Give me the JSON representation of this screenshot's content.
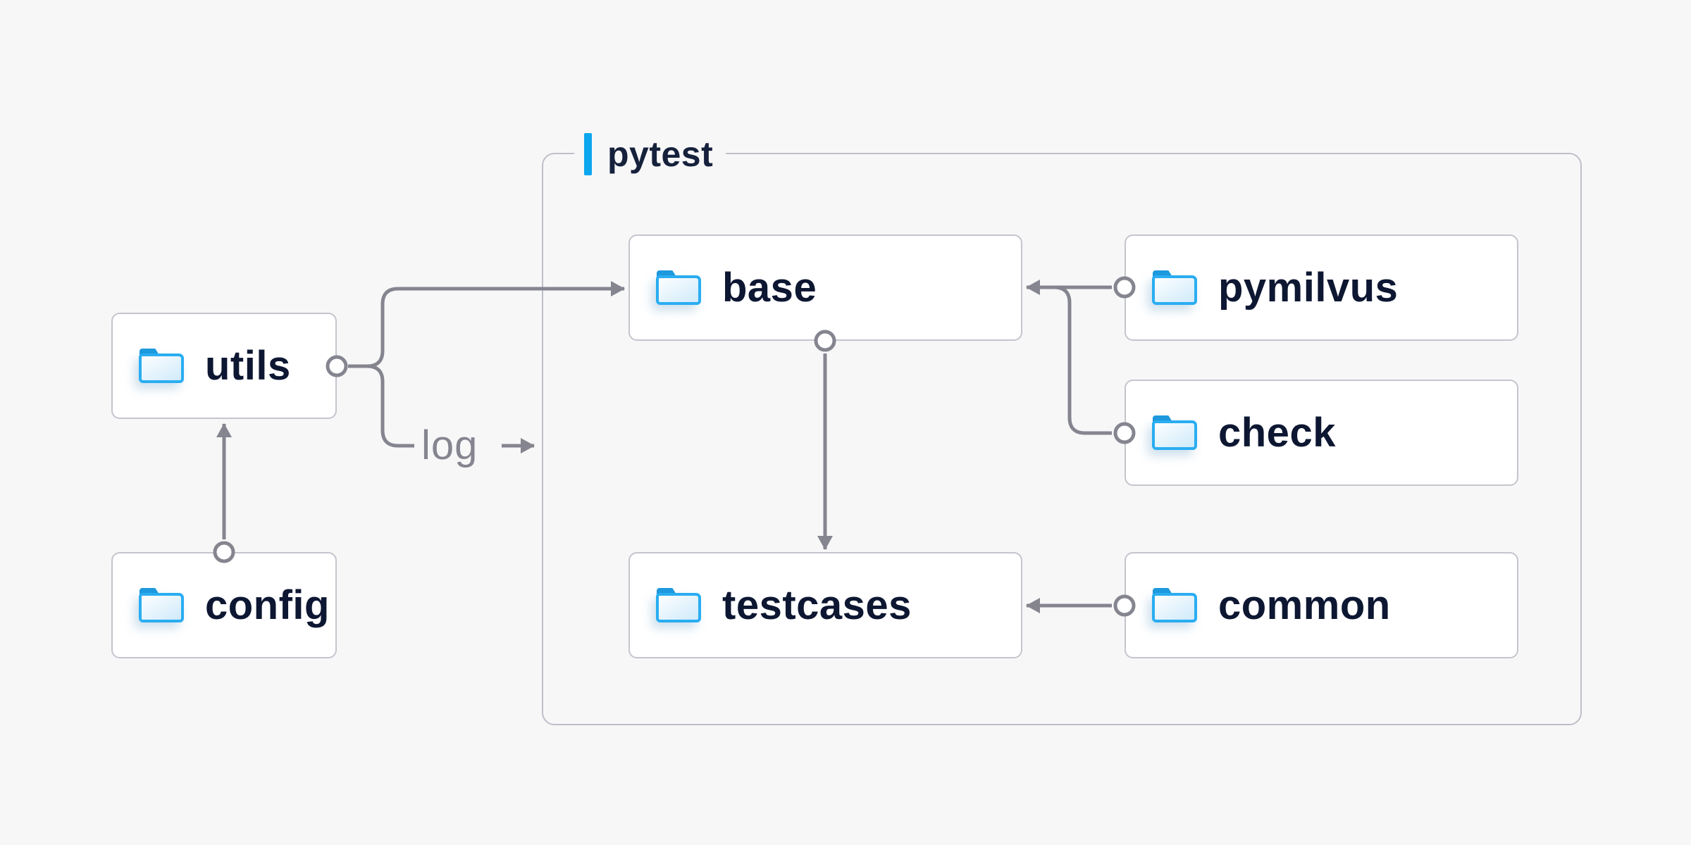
{
  "cluster": {
    "label": "pytest"
  },
  "nodes": [
    {
      "id": "utils",
      "label": "utils"
    },
    {
      "id": "config",
      "label": "config"
    },
    {
      "id": "base",
      "label": "base"
    },
    {
      "id": "pymilvus",
      "label": "pymilvus"
    },
    {
      "id": "check",
      "label": "check"
    },
    {
      "id": "testcases",
      "label": "testcases"
    },
    {
      "id": "common",
      "label": "common"
    }
  ],
  "edges": [
    {
      "from": "config",
      "to": "utils"
    },
    {
      "from": "utils",
      "to": "base"
    },
    {
      "from": "utils",
      "to": "log-output",
      "label": "log"
    },
    {
      "from": "pymilvus",
      "to": "base"
    },
    {
      "from": "check",
      "to": "base"
    },
    {
      "from": "base",
      "to": "testcases"
    },
    {
      "from": "common",
      "to": "testcases"
    }
  ],
  "colors": {
    "background": "#f7f7f8",
    "accent_blue": "#0ca6ef",
    "node_text": "#0d1732",
    "line_gray": "#84858f",
    "node_border": "#c4c5cd",
    "cluster_border": "#bec0c9",
    "folder_border": "#2aadf1",
    "folder_tab": "#1e9ade"
  }
}
